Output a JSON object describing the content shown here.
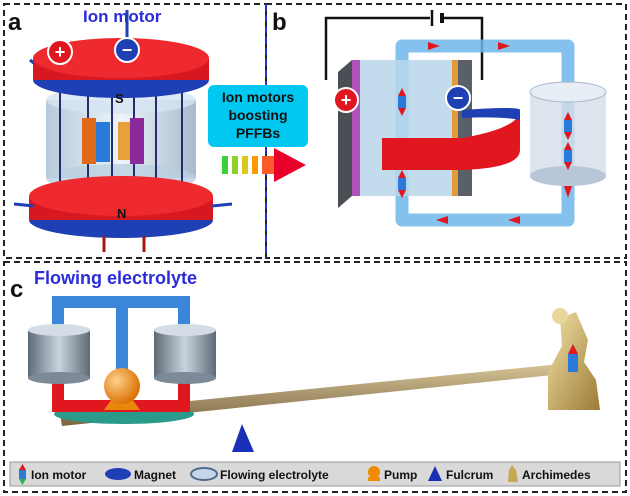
{
  "panels": {
    "a": {
      "letter": "a",
      "title": "Ion motor",
      "pole_top": "S",
      "pole_bottom": "N",
      "plus": "+",
      "minus": "−"
    },
    "arrow": {
      "line1": "Ion motors",
      "line2": "boosting",
      "line3": "PFFBs"
    },
    "b": {
      "letter": "b",
      "plus": "+",
      "minus": "−"
    },
    "c": {
      "letter": "c",
      "title": "Flowing electrolyte"
    }
  },
  "legend": {
    "items": [
      {
        "label": "Ion motor",
        "icon": "ion-motor-icon"
      },
      {
        "label": "Magnet",
        "icon": "magnet-icon"
      },
      {
        "label": "Flowing electrolyte",
        "icon": "flowing-electrolyte-icon"
      },
      {
        "label": "Pump",
        "icon": "pump-icon"
      },
      {
        "label": "Fulcrum",
        "icon": "fulcrum-icon"
      },
      {
        "label": "Archimedes",
        "icon": "archimedes-icon"
      }
    ]
  },
  "colors": {
    "magnet_red": "#e0171e",
    "magnet_blue": "#1f3fb5",
    "pipe_blue": "#5aaee8",
    "title_blue": "#2b2bd9",
    "banner_cyan": "#00c8f0",
    "fulcrum": "#1a2fb8",
    "pump": "#f08a00"
  }
}
